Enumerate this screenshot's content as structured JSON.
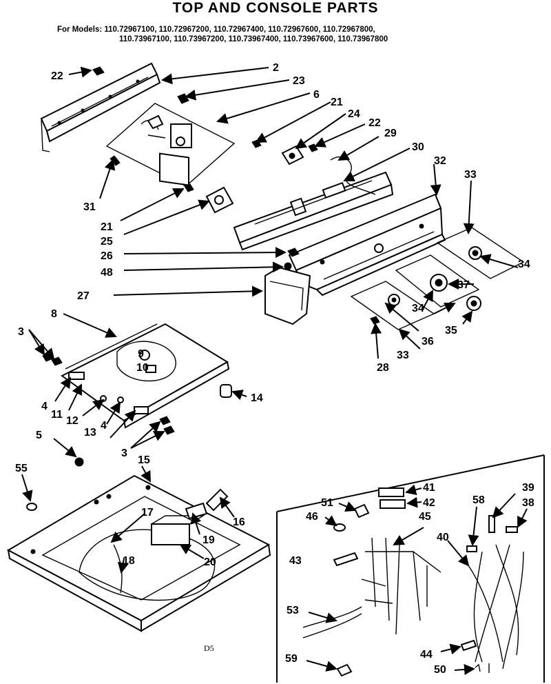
{
  "title": "TOP AND CONSOLE PARTS",
  "models_prefix": "For Models:",
  "models_line1": "110.72967100, 110.72967200, 110.72967400, 110.72967600, 110.72967800,",
  "models_line2": "110.73967100, 110.73967200, 110.73967400, 110.73967600, 110.73967800",
  "footer_code": "D5",
  "labels": {
    "l22a": "22",
    "l2": "2",
    "l23": "23",
    "l6": "6",
    "l21a": "21",
    "l24": "24",
    "l22b": "22",
    "l29": "29",
    "l30": "30",
    "l32": "32",
    "l33a": "33",
    "l31": "31",
    "l21b": "21",
    "l25": "25",
    "l26": "26",
    "l48": "48",
    "l27": "27",
    "l34a": "34",
    "l37": "37",
    "l34b": "34",
    "l35": "35",
    "l36": "36",
    "l28": "28",
    "l33b": "33",
    "l8": "8",
    "l3a": "3",
    "l9": "9",
    "l10": "10",
    "l4a": "4",
    "l11": "11",
    "l12": "12",
    "l13": "13",
    "l4b": "4",
    "l14": "14",
    "l3b": "3",
    "l5": "5",
    "l55": "55",
    "l15": "15",
    "l17": "17",
    "l16": "16",
    "l19": "19",
    "l18": "18",
    "l20": "20",
    "l41": "41",
    "l51": "51",
    "l42": "42",
    "l46": "46",
    "l45": "45",
    "l58": "58",
    "l39": "39",
    "l38": "38",
    "l43": "43",
    "l40": "40",
    "l53": "53",
    "l44": "44",
    "l59": "59",
    "l50": "50"
  }
}
